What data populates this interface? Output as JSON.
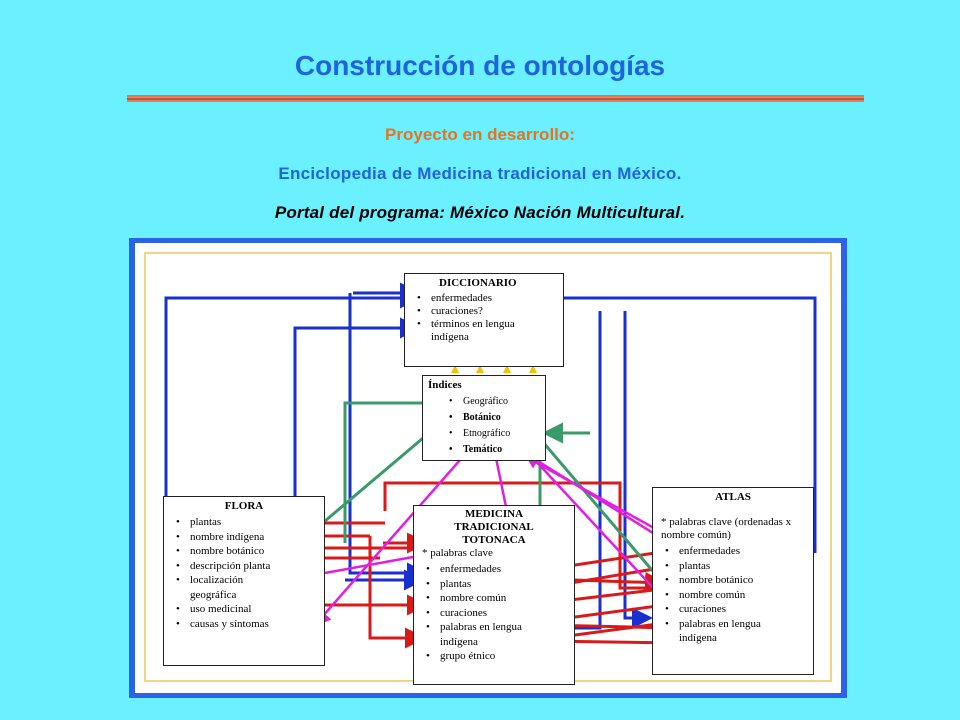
{
  "slide": {
    "title": "Construcción de ontologías",
    "line1": "Proyecto en desarrollo:",
    "line2": "Enciclopedia de Medicina tradicional en México.",
    "line3": "Portal del programa: México Nación Multicultural."
  },
  "diagram": {
    "diccionario": {
      "title": "DICCIONARIO",
      "items": [
        "enfermedades",
        "curaciones?",
        "términos en lengua indígena"
      ]
    },
    "indices": {
      "title": "Índices",
      "items": [
        "Geográfico",
        "Botánico",
        "Etnográfico",
        "Temático"
      ]
    },
    "flora": {
      "title": "FLORA",
      "items": [
        "plantas",
        "nombre indígena",
        "nombre botánico",
        "descripción planta",
        "localización geográfica",
        "uso medicinal",
        "causas y síntomas"
      ]
    },
    "medicina": {
      "title": "MEDICINA TRADICIONAL TOTONACA",
      "note": "* palabras clave",
      "items": [
        "enfermedades",
        "plantas",
        "nombre común",
        "curaciones",
        "palabras en lengua indígena",
        "grupo étnico"
      ]
    },
    "atlas": {
      "title": "ATLAS",
      "note": "* palabras clave (ordenadas x nombre común)",
      "items": [
        "enfermedades",
        "plantas",
        "nombre botánico",
        "nombre común",
        "curaciones",
        "palabras en lengua indígena"
      ]
    },
    "arrow_colors": {
      "blue": "#1a2fd0",
      "red": "#d81a1a",
      "green": "#3a9a6a",
      "magenta": "#e020e0"
    }
  }
}
